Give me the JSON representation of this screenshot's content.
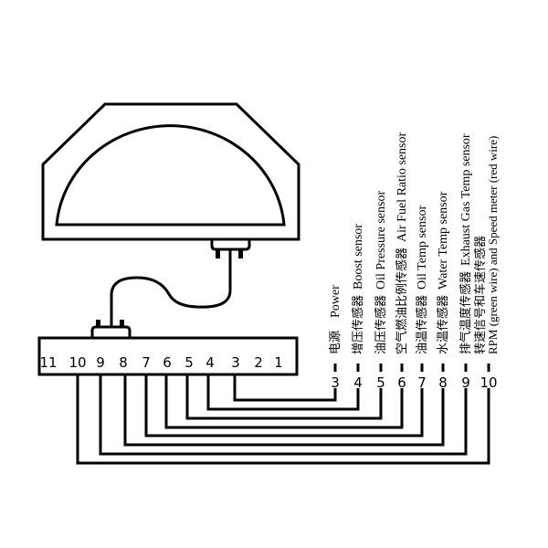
{
  "colors": {
    "line": "#000000",
    "background": "#ffffff"
  },
  "connector_pins": [
    "11",
    "10",
    "9",
    "8",
    "7",
    "6",
    "5",
    "4",
    "3",
    "2",
    "1"
  ],
  "terminals": [
    {
      "pin": "3",
      "label_cn": "电源",
      "label_en": "Power"
    },
    {
      "pin": "4",
      "label_cn": "增压传感器",
      "label_en": "Boost  sensor"
    },
    {
      "pin": "5",
      "label_cn": "油压传感器",
      "label_en": "Oil Pressure sensor"
    },
    {
      "pin": "6",
      "label_cn": "空气燃油比例传感器",
      "label_en": "Air Fuel Ratio sensor"
    },
    {
      "pin": "7",
      "label_cn": "油温传感器",
      "label_en": "Oil Temp sensor"
    },
    {
      "pin": "8",
      "label_cn": "水温传感器",
      "label_en": "Water Temp sensor"
    },
    {
      "pin": "9",
      "label_cn": "排气温度传感器",
      "label_en": "Exhaust Gas Temp sensor"
    },
    {
      "pin": "10",
      "label_cn": "转速信号和车速传感器",
      "label_en": "RPM (green wire) and Speed meter (red wire)"
    }
  ]
}
